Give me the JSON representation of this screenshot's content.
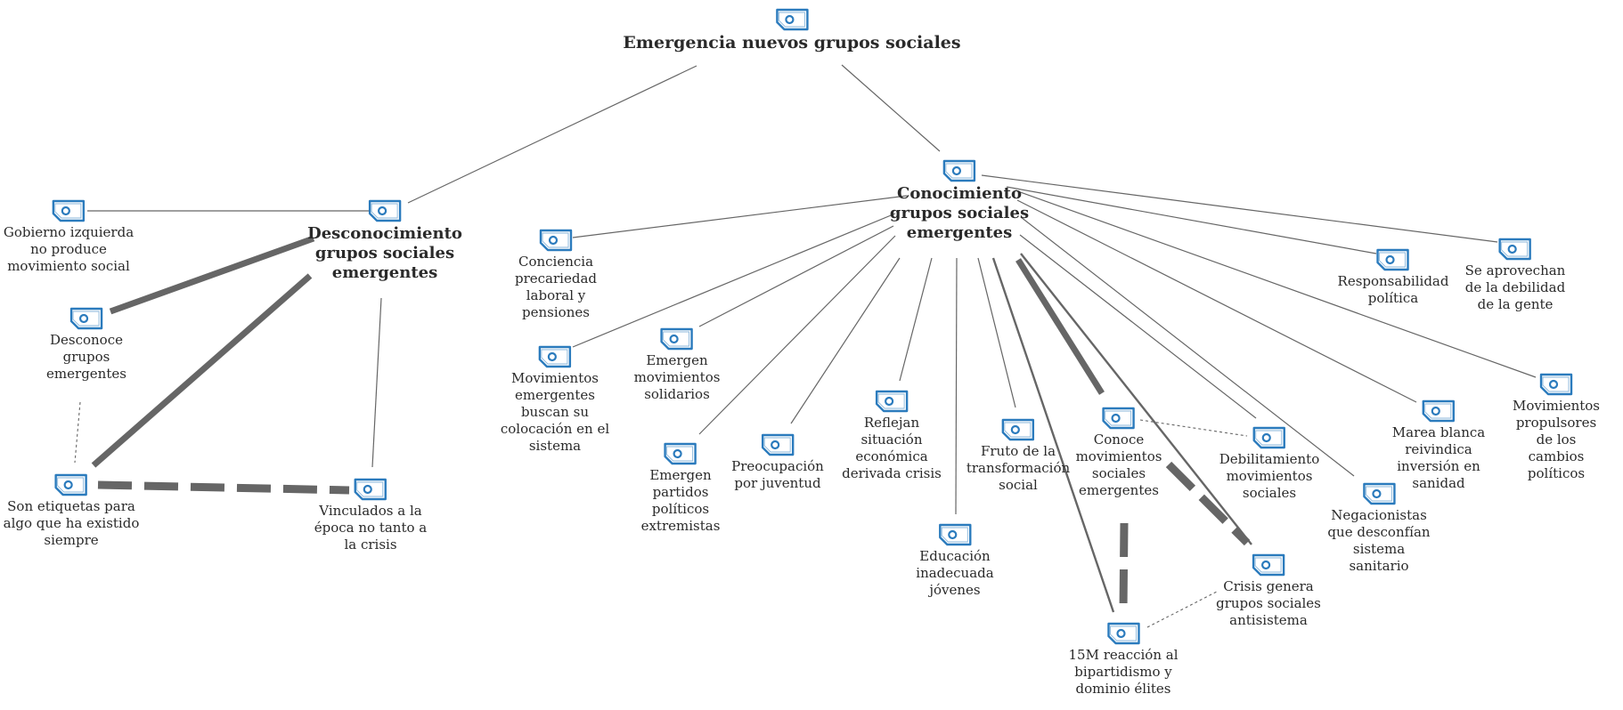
{
  "nodes": [
    {
      "id": "root",
      "label": "Emergencia nuevos grupos sociales",
      "bold": true
    },
    {
      "id": "desconocimiento",
      "label": "Desconocimiento\ngrupos sociales\nemergentes",
      "bold": true
    },
    {
      "id": "conocimiento",
      "label": "Conocimiento\ngrupos sociales\nemergentes",
      "bold": true
    },
    {
      "id": "gobierno",
      "label": "Gobierno izquierda\nno produce\nmovimiento social"
    },
    {
      "id": "desconoce",
      "label": "Desconoce\ngrupos\nemergentes"
    },
    {
      "id": "etiquetas",
      "label": "Son etiquetas para\nalgo que ha existido\nsiempre"
    },
    {
      "id": "vinculados",
      "label": "Vinculados a la\népoca no tanto a\nla crisis"
    },
    {
      "id": "conciencia",
      "label": "Conciencia\nprecariedad\nlaboral y\npensiones"
    },
    {
      "id": "movimientos_emergentes",
      "label": "Movimientos\nemergentes\nbuscan su\ncolocación en el\nsistema"
    },
    {
      "id": "solidarios",
      "label": "Emergen\nmovimientos\nsolidarios"
    },
    {
      "id": "partidos",
      "label": "Emergen\npartidos\npolíticos\nextremistas"
    },
    {
      "id": "juventud",
      "label": "Preocupación\npor juventud"
    },
    {
      "id": "reflejan",
      "label": "Reflejan\nsituación\neconómica\nderivada crisis"
    },
    {
      "id": "educacion",
      "label": "Educación\ninadecuada\njóvenes"
    },
    {
      "id": "fruto",
      "label": "Fruto de la\ntransformación\nsocial"
    },
    {
      "id": "conoce",
      "label": "Conoce\nmovimientos\nsociales\nemergentes"
    },
    {
      "id": "debilitamiento",
      "label": "Debilitamiento\nmovimientos\nsociales"
    },
    {
      "id": "15m",
      "label": "15M reacción al\nbipartidismo y\ndominio élites"
    },
    {
      "id": "crisis_genera",
      "label": "Crisis genera\ngrupos sociales\nantisistema"
    },
    {
      "id": "negacionistas",
      "label": "Negacionistas\nque desconfían\nsistema\nsanitario"
    },
    {
      "id": "marea",
      "label": "Marea blanca\nreivindica\ninversión en\nsanidad"
    },
    {
      "id": "responsabilidad",
      "label": "Responsabilidad\npolítica"
    },
    {
      "id": "aprovechan",
      "label": "Se aprovechan\nde la debilidad\nde la gente"
    },
    {
      "id": "propulsores",
      "label": "Movimientos\npropulsores de los\ncambios políticos"
    }
  ],
  "edges": [
    {
      "from": "root",
      "to": "desconocimiento",
      "style": "thin"
    },
    {
      "from": "root",
      "to": "conocimiento",
      "style": "thin"
    },
    {
      "from": "desconocimiento",
      "to": "gobierno",
      "style": "thin"
    },
    {
      "from": "desconocimiento",
      "to": "desconoce",
      "style": "thick"
    },
    {
      "from": "desconocimiento",
      "to": "etiquetas",
      "style": "thick"
    },
    {
      "from": "desconocimiento",
      "to": "vinculados",
      "style": "thin"
    },
    {
      "from": "desconoce",
      "to": "etiquetas",
      "style": "dotted"
    },
    {
      "from": "etiquetas",
      "to": "vinculados",
      "style": "thick-dashed"
    },
    {
      "from": "conocimiento",
      "to": "conciencia",
      "style": "thin"
    },
    {
      "from": "conocimiento",
      "to": "movimientos_emergentes",
      "style": "thin"
    },
    {
      "from": "conocimiento",
      "to": "solidarios",
      "style": "thin"
    },
    {
      "from": "conocimiento",
      "to": "partidos",
      "style": "thin"
    },
    {
      "from": "conocimiento",
      "to": "juventud",
      "style": "thin"
    },
    {
      "from": "conocimiento",
      "to": "reflejan",
      "style": "thin"
    },
    {
      "from": "conocimiento",
      "to": "educacion",
      "style": "thin"
    },
    {
      "from": "conocimiento",
      "to": "fruto",
      "style": "thin"
    },
    {
      "from": "conocimiento",
      "to": "conoce",
      "style": "thick"
    },
    {
      "from": "conocimiento",
      "to": "15m",
      "style": "medium"
    },
    {
      "from": "conocimiento",
      "to": "crisis_genera",
      "style": "medium"
    },
    {
      "from": "conocimiento",
      "to": "debilitamiento",
      "style": "thin"
    },
    {
      "from": "conocimiento",
      "to": "negacionistas",
      "style": "thin"
    },
    {
      "from": "conocimiento",
      "to": "marea",
      "style": "thin"
    },
    {
      "from": "conocimiento",
      "to": "responsabilidad",
      "style": "thin"
    },
    {
      "from": "conocimiento",
      "to": "aprovechan",
      "style": "thin"
    },
    {
      "from": "conocimiento",
      "to": "propulsores",
      "style": "thin"
    },
    {
      "from": "conoce",
      "to": "debilitamiento",
      "style": "dotted"
    },
    {
      "from": "conoce",
      "to": "15m",
      "style": "thick-dashed"
    },
    {
      "from": "conoce",
      "to": "crisis_genera",
      "style": "thick-dashed"
    },
    {
      "from": "15m",
      "to": "crisis_genera",
      "style": "dotted"
    }
  ],
  "colors": {
    "icon_stroke": "#2b7bbd",
    "icon_fill": "#ffffff",
    "edge": "#666666",
    "text": "#2a2a2a"
  },
  "icon_name": "code-node-icon"
}
